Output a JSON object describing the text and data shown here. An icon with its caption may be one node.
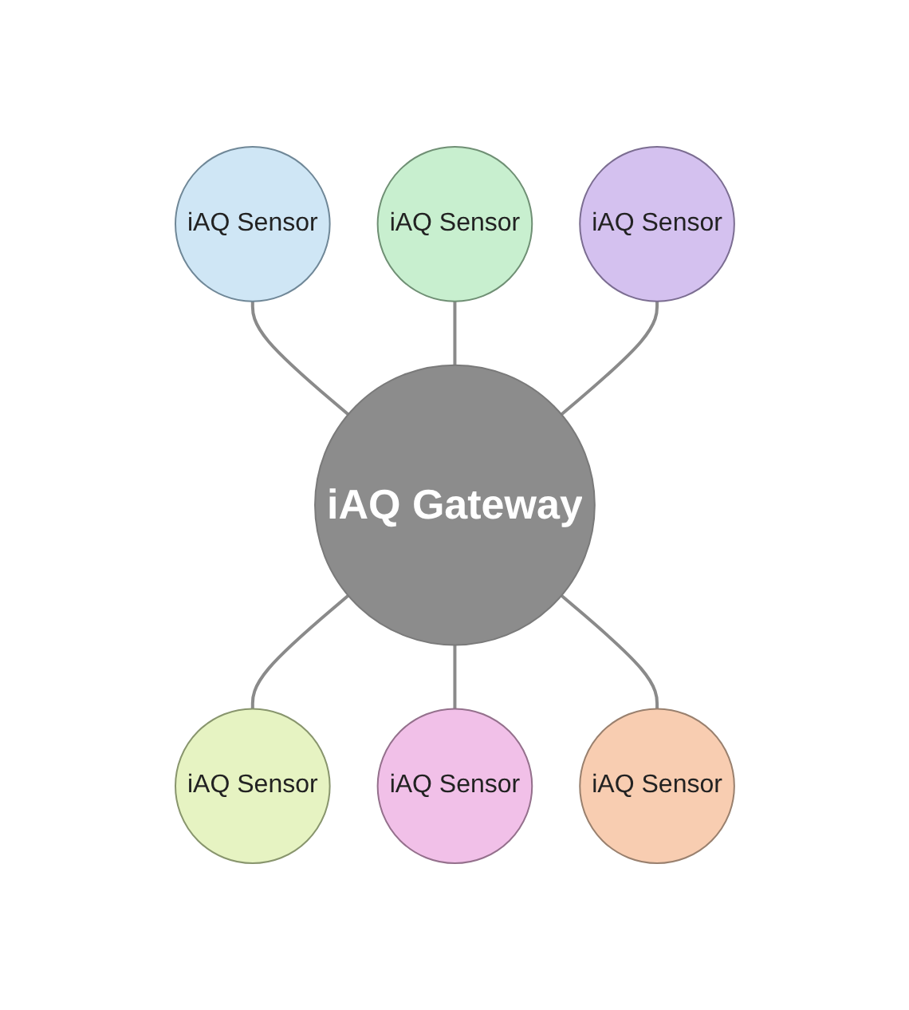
{
  "diagram": {
    "nodes": [
      {
        "text": [
          "iAQ Sensor"
        ]
      },
      {
        "text": [
          "iAQ Sensor"
        ]
      },
      {
        "text": [
          "iAQ Sensor"
        ]
      },
      {
        "text": [
          "iAQ Gateway"
        ]
      },
      {
        "text": [
          "iAQ Sensor"
        ]
      },
      {
        "text": [
          "iAQ Sensor"
        ]
      },
      {
        "text": [
          "iAQ Sensor"
        ]
      }
    ],
    "edges": [
      {
        "from": 0,
        "to": 3,
        "arrow": "none"
      },
      {
        "from": 1,
        "to": 3,
        "arrow": "none"
      },
      {
        "from": 2,
        "to": 3,
        "arrow": "none"
      },
      {
        "from": 3,
        "to": 4,
        "arrow": "none"
      },
      {
        "from": 3,
        "to": 5,
        "arrow": "none"
      },
      {
        "from": 3,
        "to": 6,
        "arrow": "none"
      }
    ]
  }
}
